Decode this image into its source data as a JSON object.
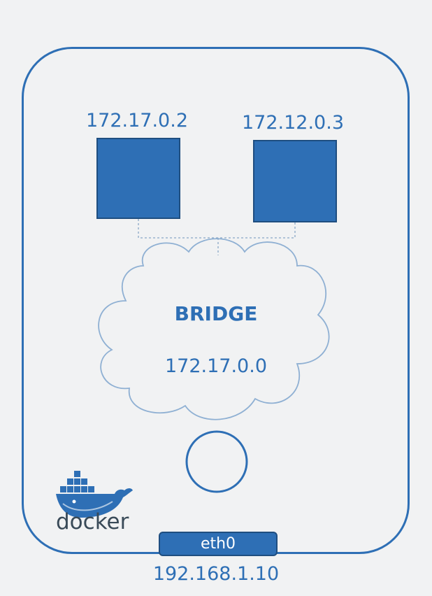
{
  "diagram": {
    "containers": [
      {
        "ip": "172.17.0.2"
      },
      {
        "ip": "172.12.0.3"
      }
    ],
    "bridge": {
      "title": "BRIDGE",
      "ip": "172.17.0.0"
    },
    "interface": {
      "label": "eth0",
      "ip": "192.168.1.10"
    },
    "logo": {
      "text": "docker"
    }
  },
  "colors": {
    "accent": "#2e6fb5",
    "border": "#1f4e80",
    "background": "#f1f2f3",
    "logo_text": "#394a58"
  }
}
